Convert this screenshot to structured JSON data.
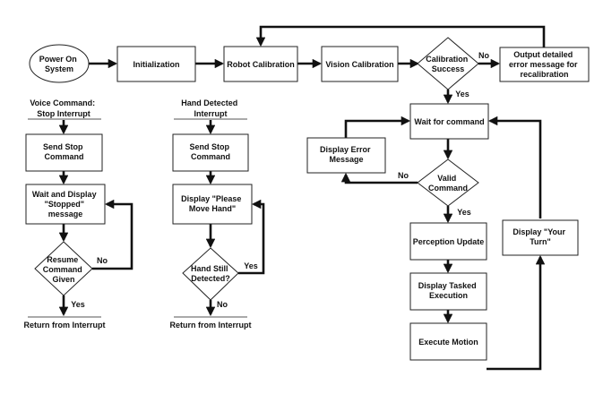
{
  "nodes": {
    "power_on": [
      "Power On",
      "System"
    ],
    "initialization": [
      "Initialization"
    ],
    "robot_calibration": [
      "Robot Calibration"
    ],
    "vision_calibration": [
      "Vision Calibration"
    ],
    "calibration_success": [
      "Calibration",
      "Success"
    ],
    "output_error": [
      "Output detailed",
      "error message for",
      "recalibration"
    ],
    "wait_command": [
      "Wait for command"
    ],
    "display_error": [
      "Display Error",
      "Message"
    ],
    "valid_command": [
      "Valid",
      "Command"
    ],
    "perception_update": [
      "Perception Update"
    ],
    "display_tasked": [
      "Display Tasked",
      "Execution"
    ],
    "execute_motion": [
      "Execute Motion"
    ],
    "display_your_turn": [
      "Display \"Your",
      "Turn\""
    ],
    "voice_header": [
      "Voice Command:",
      "Stop Interrupt"
    ],
    "voice_send_stop": [
      "Send Stop",
      "Command"
    ],
    "voice_wait_display": [
      "Wait and Display",
      "\"Stopped\"",
      "message"
    ],
    "voice_resume": [
      "Resume",
      "Command",
      "Given"
    ],
    "voice_return": [
      "Return from Interrupt"
    ],
    "hand_header": [
      "Hand Detected",
      "Interrupt"
    ],
    "hand_send_stop": [
      "Send Stop",
      "Command"
    ],
    "hand_display_move": [
      "Display \"Please",
      "Move Hand\""
    ],
    "hand_still": [
      "Hand Still",
      "Detected?"
    ],
    "hand_return": [
      "Return from Interrupt"
    ]
  },
  "edge_labels": {
    "calibration_no": "No",
    "calibration_yes": "Yes",
    "valid_no": "No",
    "valid_yes": "Yes",
    "resume_no": "No",
    "resume_yes": "Yes",
    "hand_yes": "Yes",
    "hand_no": "No"
  }
}
